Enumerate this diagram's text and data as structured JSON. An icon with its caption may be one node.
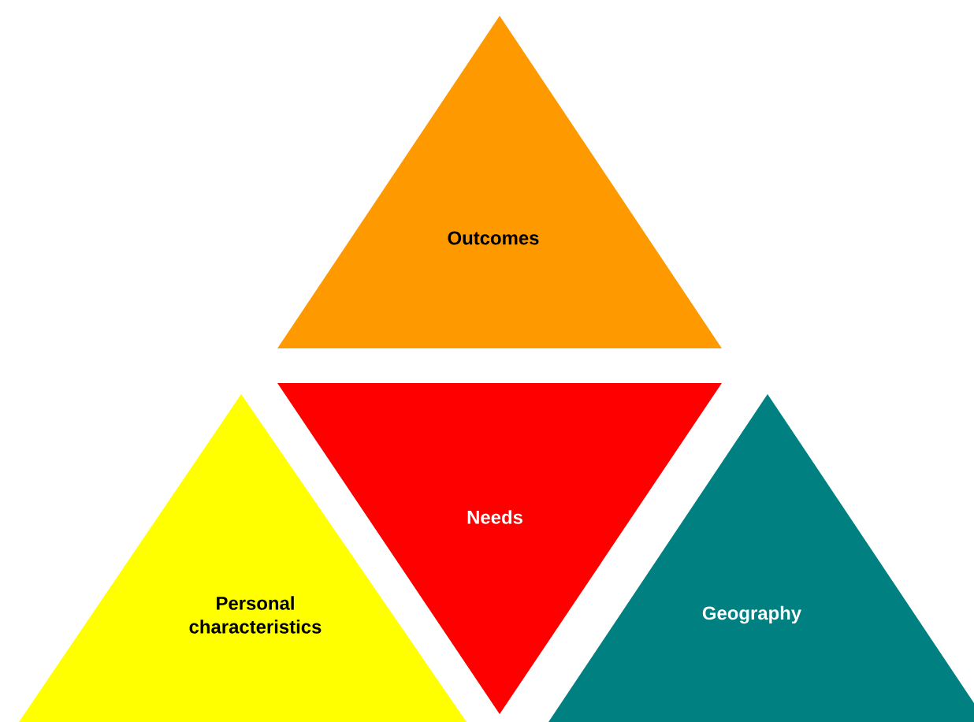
{
  "diagram": {
    "nodes": [
      {
        "text": [
          "Outcomes"
        ]
      },
      {
        "text": [
          "Needs"
        ]
      },
      {
        "text": [
          "Personal characteristics"
        ]
      },
      {
        "text": [
          "Geography"
        ]
      }
    ]
  }
}
